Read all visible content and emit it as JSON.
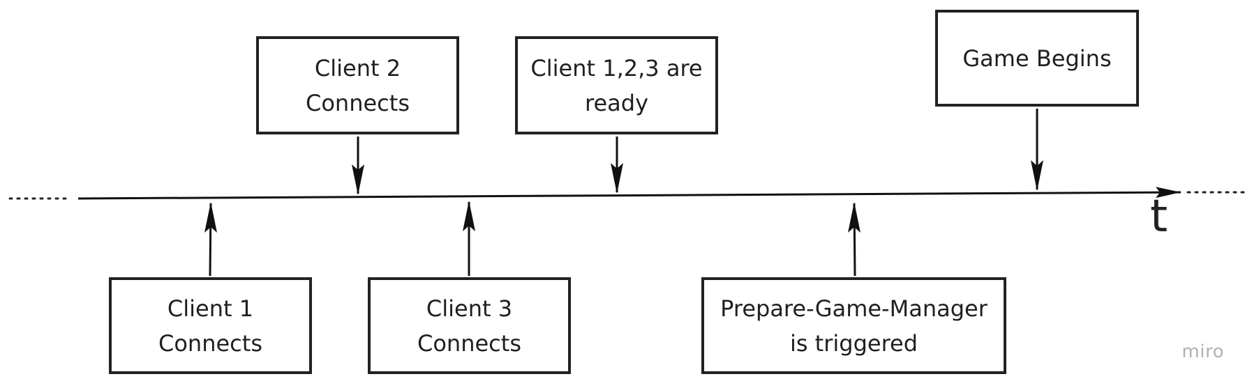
{
  "colors": {
    "stroke": "#222222",
    "text": "#1f1f1f",
    "watermark": "#aeb2b8",
    "background": "#ffffff"
  },
  "diagram": {
    "time_axis_label": "t",
    "events": [
      {
        "id": "client1",
        "label": "Client 1\nConnects",
        "side": "below"
      },
      {
        "id": "client2",
        "label": "Client 2\nConnects",
        "side": "above"
      },
      {
        "id": "client3",
        "label": "Client 3\nConnects",
        "side": "below"
      },
      {
        "id": "ready",
        "label": "Client 1,2,3 are\nready",
        "side": "above"
      },
      {
        "id": "prepare",
        "label": "Prepare-Game-Manager\nis triggered",
        "side": "below"
      },
      {
        "id": "game",
        "label": "Game Begins",
        "side": "above"
      }
    ]
  },
  "watermark": "miro"
}
